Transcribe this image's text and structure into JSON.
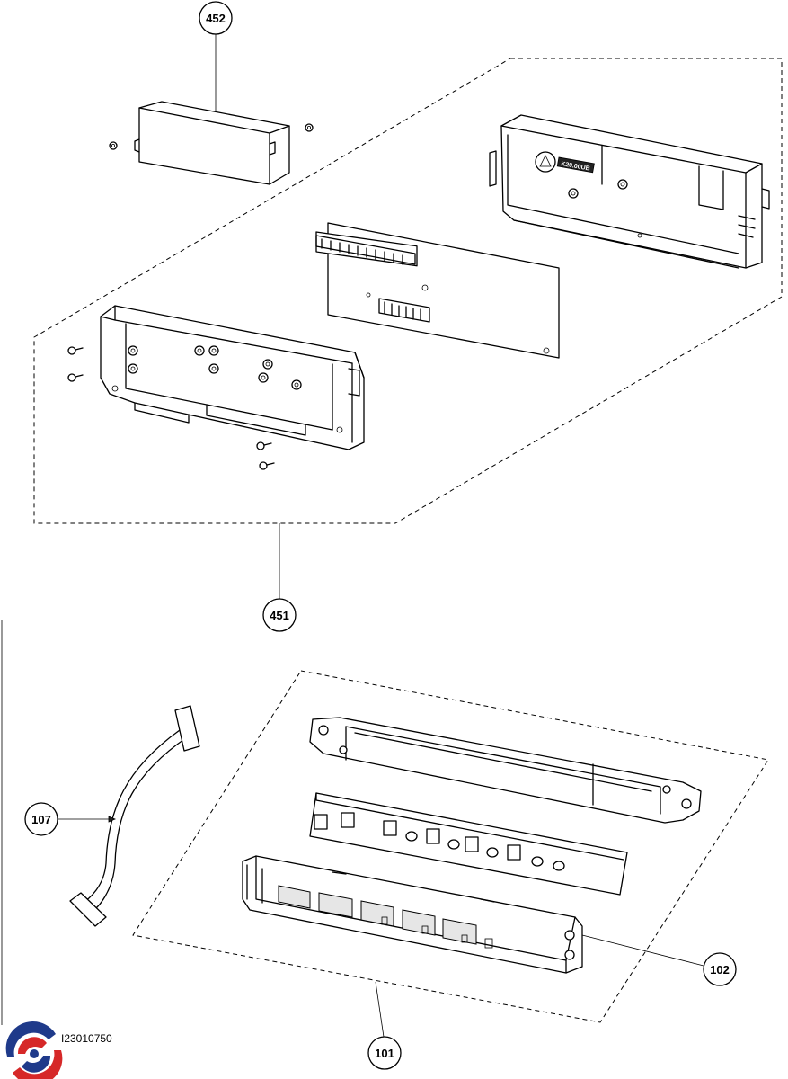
{
  "callouts": {
    "c452": "452",
    "c451": "451",
    "c107": "107",
    "c102": "102",
    "c101": "101"
  },
  "board_label": "K20.00UB",
  "reference_code": "I23010750",
  "logo": {
    "colors": {
      "blue": "#1f3a8a",
      "red": "#d62828"
    }
  }
}
